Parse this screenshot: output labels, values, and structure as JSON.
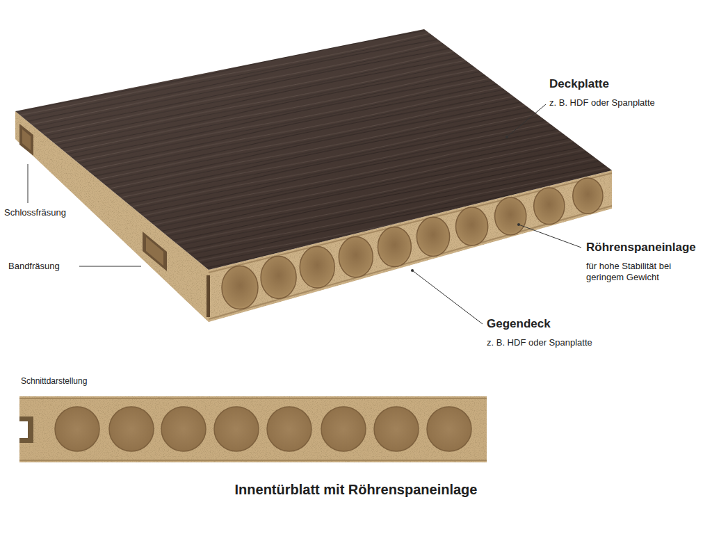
{
  "diagram": {
    "caption": "Innentürblatt mit Röhrenspaneinlage",
    "labels": [
      "Deckplatte",
      "z. B. HDF oder Spanplatte",
      "Schlossfräsung",
      "Röhrenspaneinlage",
      "für hohe Stabilität bei geringem Gewicht",
      "Bandfräsung",
      "Gegendeck",
      "z. B. HDF oder Spanplatte",
      "Schnittdarstellung"
    ]
  }
}
